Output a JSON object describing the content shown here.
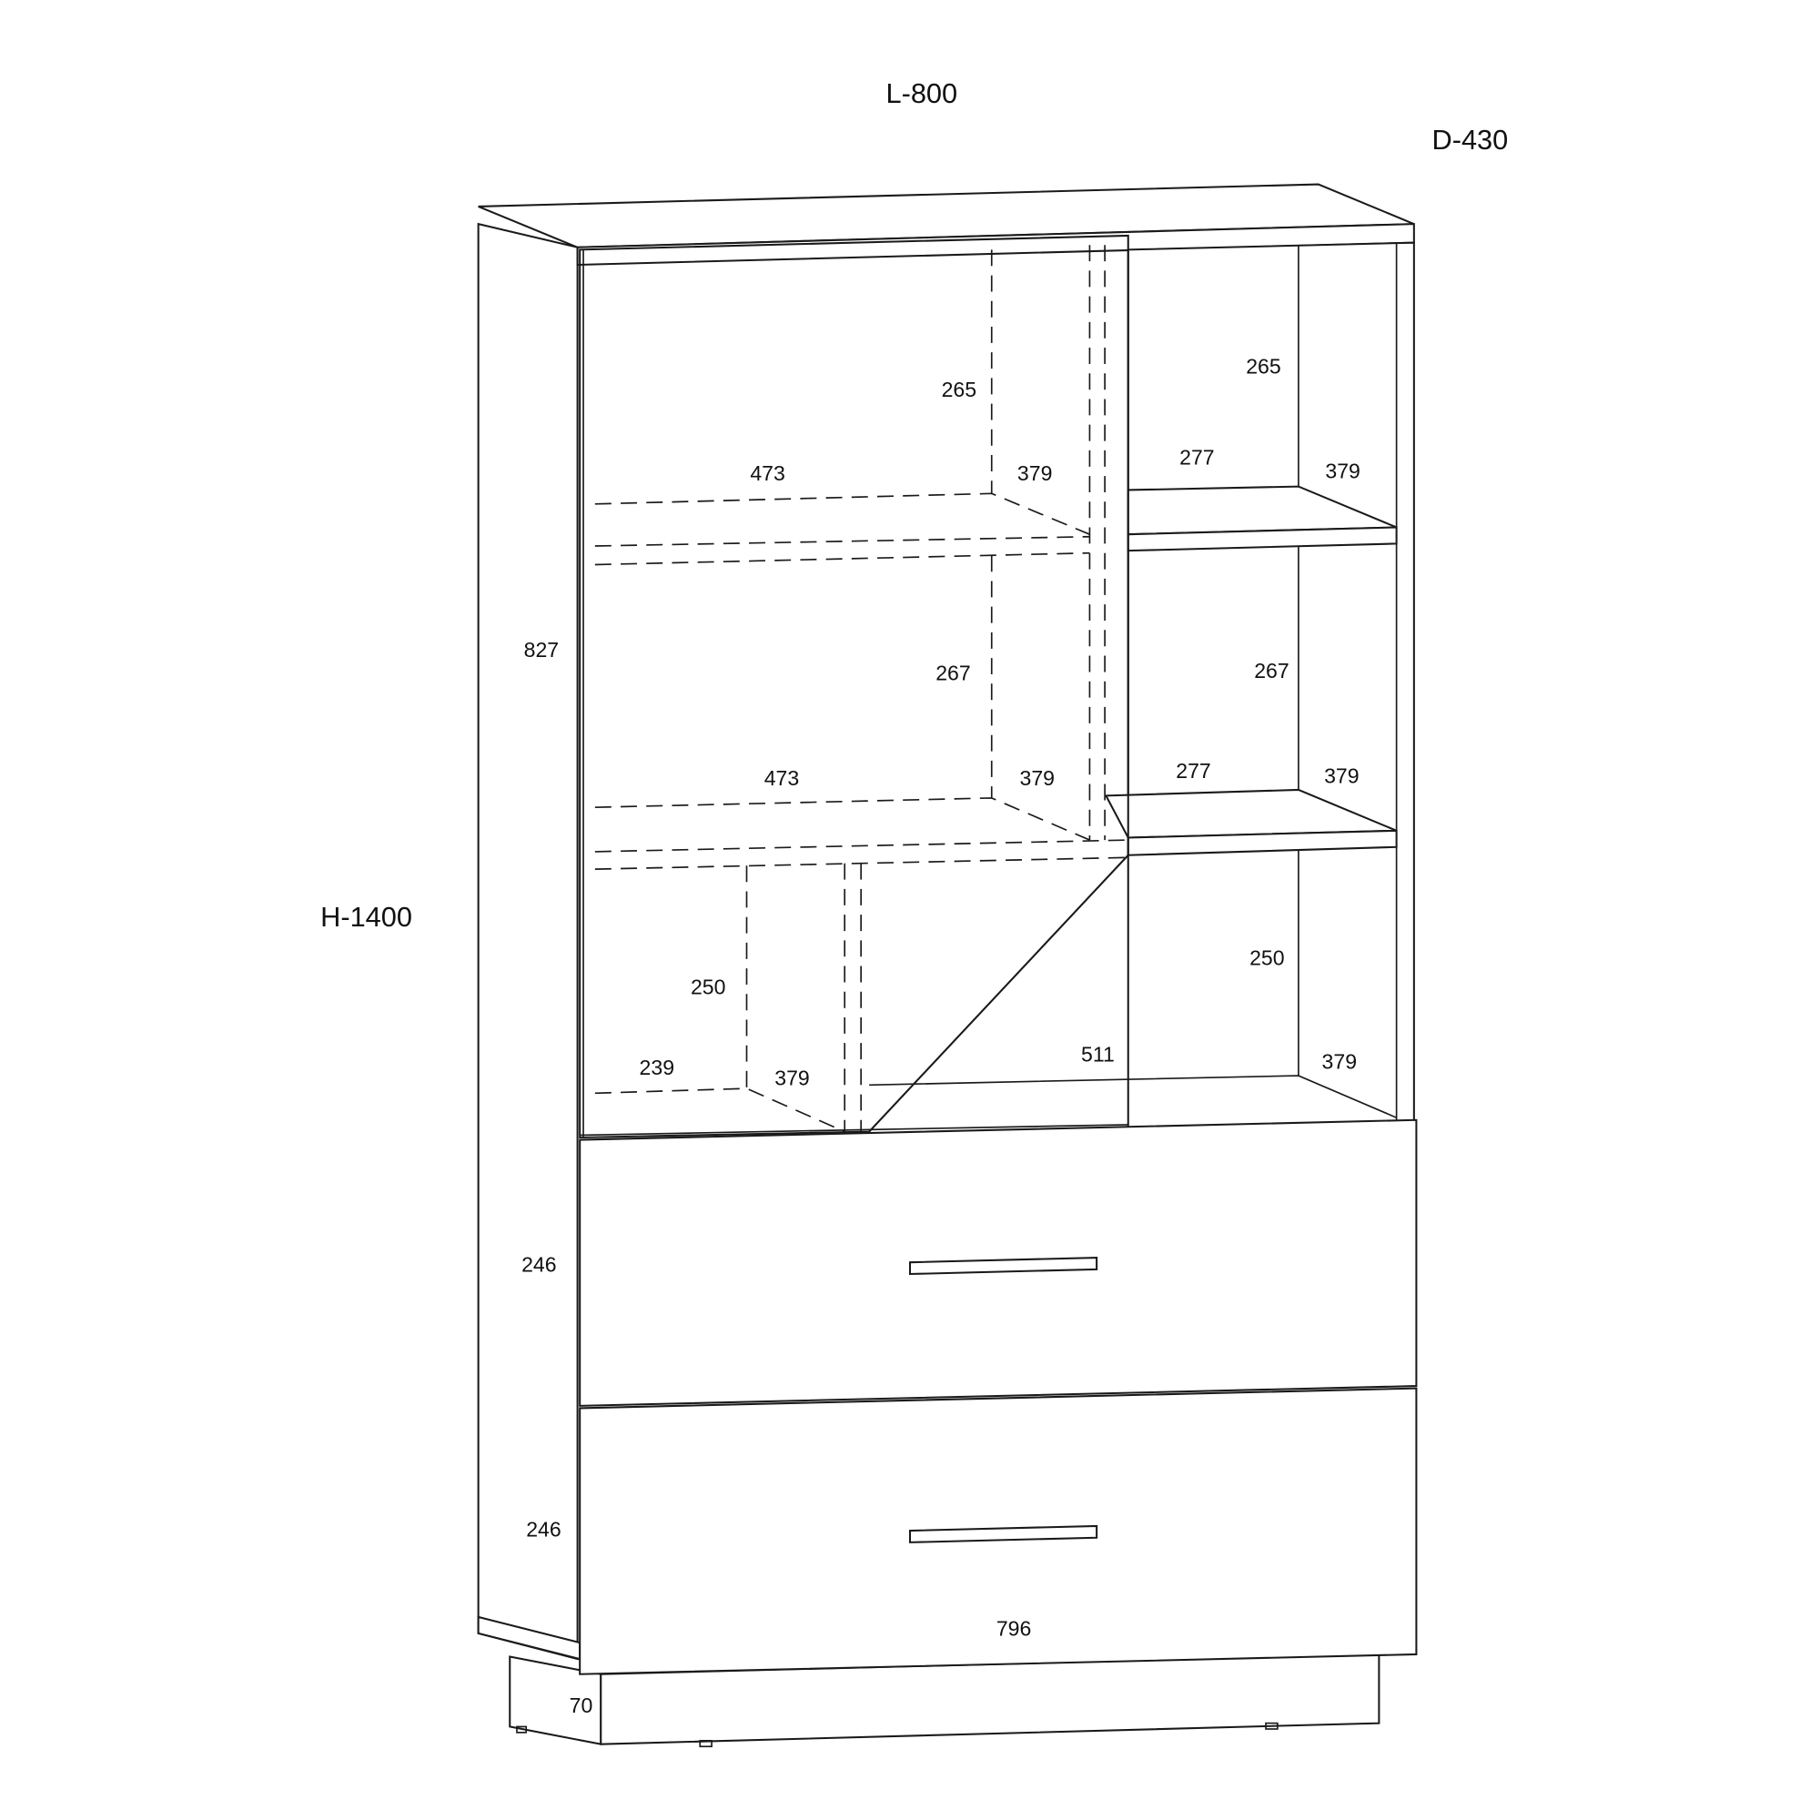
{
  "overall": {
    "length": "L-800",
    "depth": "D-430",
    "height": "H-1400"
  },
  "dimensions": {
    "side_upper": "827",
    "drawer_top_height": "246",
    "drawer_bottom_height": "246",
    "plinth_height": "70",
    "drawer_width": "796",
    "left_top": {
      "height": "265",
      "width": "473",
      "depth": "379"
    },
    "left_mid": {
      "height": "267",
      "width": "473",
      "depth": "379"
    },
    "left_low": {
      "height": "250",
      "width": "239",
      "depth": "379"
    },
    "right_top": {
      "height": "265",
      "width": "277",
      "depth": "379"
    },
    "right_mid": {
      "height": "267",
      "width": "277",
      "depth": "379"
    },
    "right_low": {
      "height": "250",
      "width": "511",
      "depth": "379"
    }
  },
  "colors": {
    "line": "#1a1a1a",
    "background": "#ffffff"
  }
}
